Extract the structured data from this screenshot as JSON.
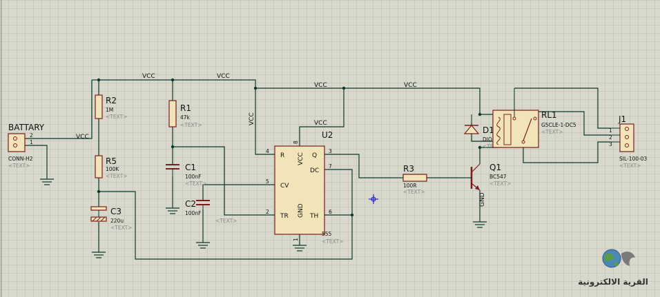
{
  "colors": {
    "background": "#d8d8cc",
    "grid": "#bcbcae",
    "wire": "#0a3a2a",
    "component_fill": "#f1e4b8",
    "component_stroke": "#7a1d1d",
    "label": "#101010",
    "placeholder": "#8a8a8a",
    "cursor": "#1010c8"
  },
  "nets": {
    "vcc": "VCC",
    "gnd": "GND"
  },
  "placeholder": "<TEXT>",
  "components": {
    "battery": {
      "ref": "BATTARY",
      "part": "CONN-H2",
      "pins": [
        "2",
        "1"
      ]
    },
    "r2": {
      "ref": "R2",
      "value": "1M"
    },
    "r5": {
      "ref": "R5",
      "value": "100K"
    },
    "c3": {
      "ref": "C3",
      "value": "220u"
    },
    "r1": {
      "ref": "R1",
      "value": "47k"
    },
    "c1": {
      "ref": "C1",
      "value": "100nF"
    },
    "c2": {
      "ref": "C2",
      "value": "100nF"
    },
    "u2": {
      "ref": "U2",
      "part": "555",
      "pins": {
        "r": {
          "num": "4",
          "name": "R"
        },
        "cv": {
          "num": "5",
          "name": "CV"
        },
        "tr": {
          "num": "2",
          "name": "TR"
        },
        "q": {
          "num": "3",
          "name": "Q"
        },
        "dc": {
          "num": "7",
          "name": "DC"
        },
        "th": {
          "num": "6",
          "name": "TH"
        },
        "vcc": {
          "num": "8",
          "name": "VCC"
        },
        "gnd": {
          "num": "1",
          "name": "GND"
        }
      }
    },
    "r3": {
      "ref": "R3",
      "value": "100R"
    },
    "q1": {
      "ref": "Q1",
      "part": "BC547"
    },
    "d1": {
      "ref": "D1",
      "part": "DIODE"
    },
    "rl1": {
      "ref": "RL1",
      "part": "G5CLE-1-DC5"
    },
    "j1": {
      "ref": "J1",
      "part": "SIL-100-03",
      "pins": [
        "1",
        "2",
        "3"
      ]
    }
  },
  "watermark": {
    "text": "القرية الالكترونية",
    "icon": "globe-icon"
  }
}
